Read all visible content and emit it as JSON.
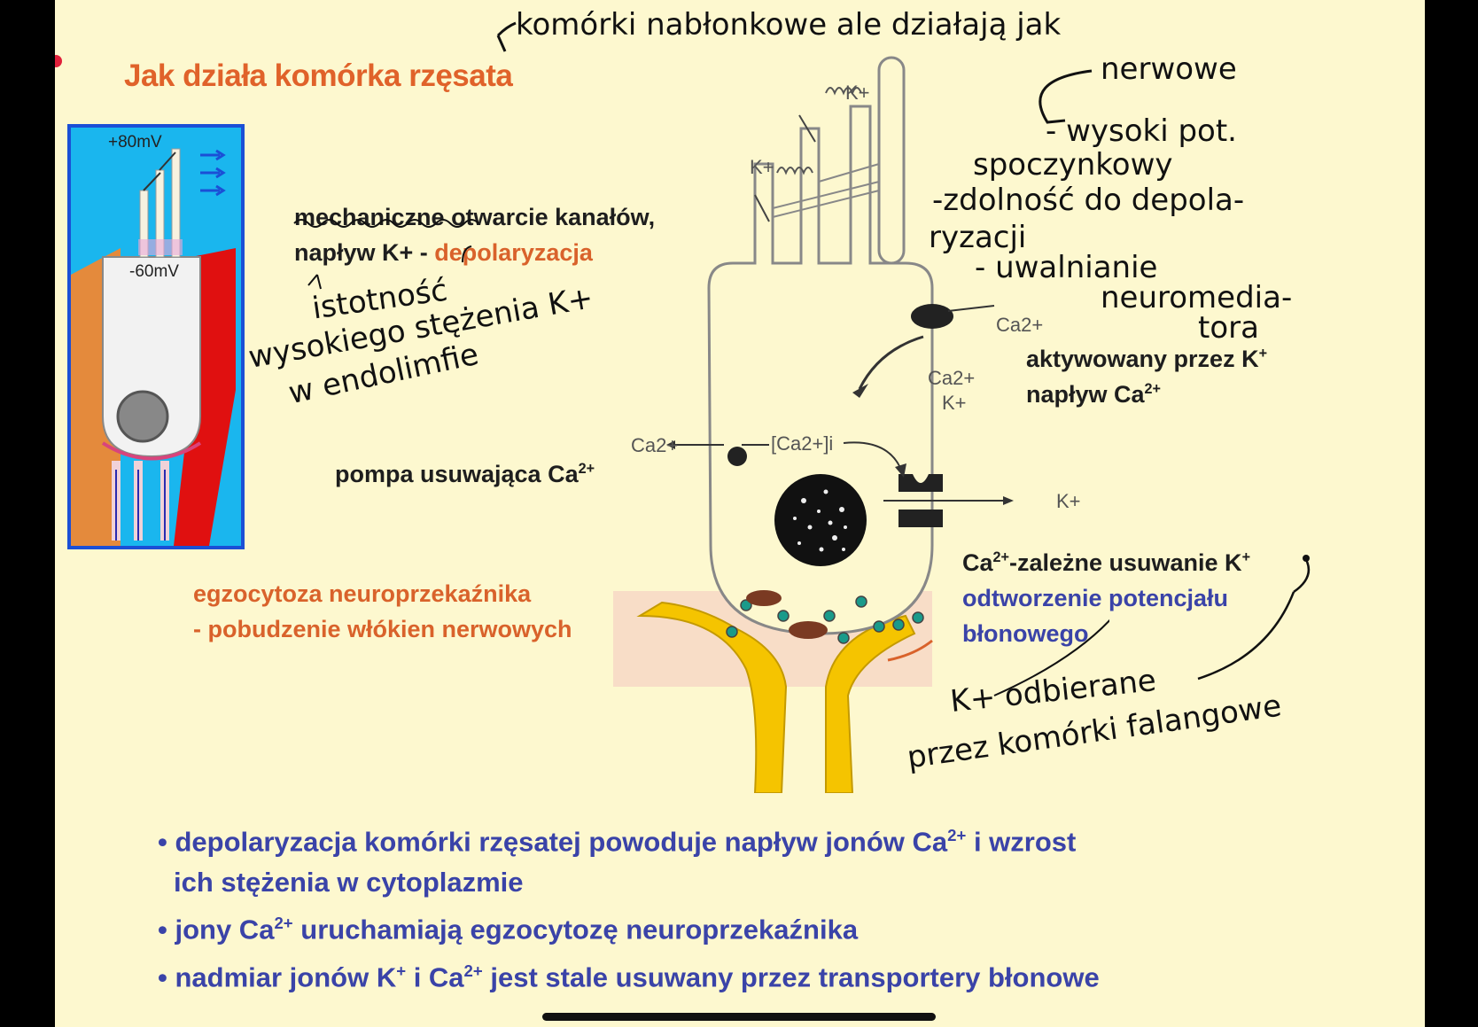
{
  "title": "Jak działa komórka rzęsata",
  "inset": {
    "voltage_top": "+80mV",
    "voltage_cell": "-60mV"
  },
  "labels": {
    "mechanical_line1": "mechaniczne otwarcie kanałów,",
    "mechanical_line2_prefix": "napływ K+ - ",
    "mechanical_line2_highlight": "depolaryzacja",
    "activated_line1": "aktywowany przez K",
    "activated_line1_sup": "+",
    "activated_line2": "napływ Ca",
    "activated_line2_sup": "2+",
    "pump_text": "pompa usuwająca Ca",
    "pump_sup": "2+",
    "ca_removal_prefix": "Ca",
    "ca_removal_sup": "2+",
    "ca_removal_text": "-zależne usuwanie K",
    "ca_removal_sup2": "+",
    "restore_line1": "odtworzenie potencjału",
    "restore_line2": "błonowego",
    "exo_line1": "egzocytoza neuroprzekaźnika",
    "exo_line2": "- pobudzenie włókien nerwowych"
  },
  "diagram_ions": {
    "k_top": "K+",
    "k_left": "K+",
    "ca_right": "Ca2+",
    "ca_inner": "Ca2+",
    "k_inner": "K+",
    "ca_out_left": "Ca2+",
    "ca_intracellular": "[Ca2+]i",
    "k_out_right": "K+"
  },
  "bullets": [
    {
      "prefix": "• depolaryzacja komórki rzęsatej powoduje napływ jonów Ca",
      "sup": "2+",
      "suffix": " i wzrost"
    },
    {
      "prefix": "ich stężenia w cytoplazmie",
      "sup": "",
      "suffix": ""
    },
    {
      "prefix": "• jony Ca",
      "sup": "2+",
      "suffix": " uruchamiają egzocytozę neuroprzekaźnika"
    },
    {
      "prefix": "• nadmiar jonów K",
      "sup": "+",
      "suffix": " i Ca"
    },
    {
      "prefix": "",
      "sup": "2+",
      "suffix": " jest stale usuwany przez transportery błonowe"
    }
  ],
  "handwriting": {
    "top_line1": "komórki nabłonkowe ale działają jak",
    "top_line2": "nerwowe",
    "right_1": "- wysoki pot.",
    "right_2": "spoczynkowy",
    "right_3": "-zdolność do depola-",
    "right_4": "ryzacji",
    "right_5": "- uwalnianie",
    "right_6": "neuromedia-",
    "right_7": "tora",
    "left_1": "istotność",
    "left_2": "wysokiego stężenia K+",
    "left_3": "w endolimfie",
    "bottom_1": "K+ odbierane",
    "bottom_2": "przez komórki falangowe"
  },
  "colors": {
    "title": "#e0622a",
    "blue_text": "#3a43a8",
    "background": "#fdf8cf",
    "inset_blue": "#1ab6ee",
    "inset_red": "#e01010",
    "nerve_yellow": "#f5c400"
  }
}
